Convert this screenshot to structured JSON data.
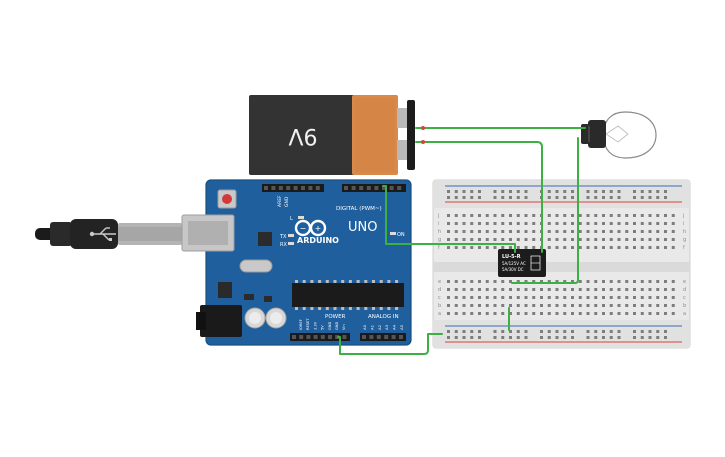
{
  "battery": {
    "label": "9V"
  },
  "arduino": {
    "brand": "ARDUINO",
    "model": "UNO",
    "digital_header": "DIGITAL (PWM~)",
    "analog_header": "ANALOG IN",
    "power_header": "POWER",
    "aref": "AREF",
    "gnd": "GND",
    "led_l": "L",
    "led_tx": "TX",
    "led_rx": "RX",
    "on_label": "ON",
    "power_pins": [
      "IOREF",
      "RESET",
      "3.3V",
      "5V",
      "GND",
      "GND",
      "Vin"
    ],
    "analog_pins": [
      "A0",
      "A1",
      "A2",
      "A3",
      "A4",
      "A5"
    ]
  },
  "relay": {
    "model": "LU-5-R",
    "line1": "5A/125V AC",
    "line2": "5A/30V DC"
  },
  "breadboard": {
    "row_letters_top": [
      "j",
      "i",
      "h",
      "g",
      "f"
    ],
    "row_letters_bottom": [
      "e",
      "d",
      "c",
      "b",
      "a"
    ]
  },
  "colors": {
    "wire": "#3cb043",
    "arduino_board": "#1f5f9e",
    "battery_copper": "#d9894a",
    "battery_black": "#333333",
    "breadboard": "#e9e9e9",
    "rail_red": "#d9433c",
    "rail_blue": "#3b6bb5"
  }
}
